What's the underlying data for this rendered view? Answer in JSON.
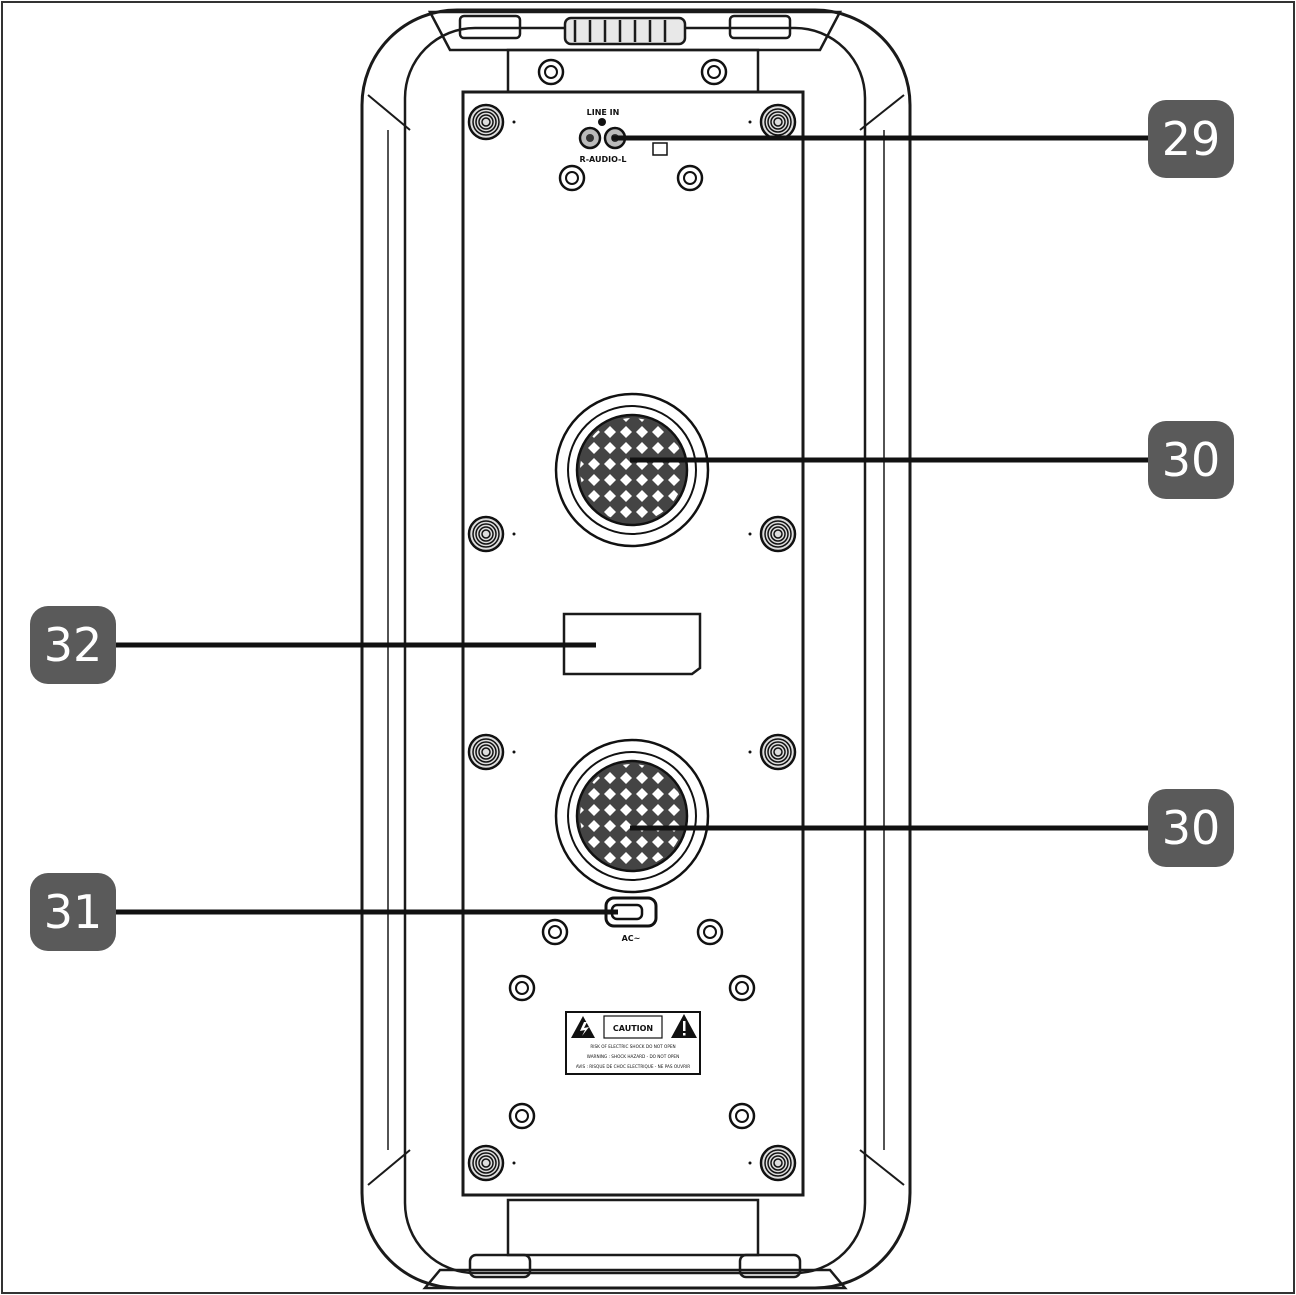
{
  "panel": {
    "line_in_label": "LINE IN",
    "audio_label": "R-AUDIO-L",
    "ac_label": "AC~"
  },
  "warning_label": {
    "caution_word": "CAUTION",
    "line1": "RISK OF ELECTRIC SHOCK DO NOT OPEN",
    "line2": "WARNING : SHOCK HAZARD - DO NOT OPEN",
    "line3": "AVIS : RISQUE DE CHOC ELECTRIQUE - NE PAS OUVRIR"
  },
  "callouts": [
    {
      "id": "29",
      "label": "29"
    },
    {
      "id": "30a",
      "label": "30"
    },
    {
      "id": "30b",
      "label": "30"
    },
    {
      "id": "31",
      "label": "31"
    },
    {
      "id": "32",
      "label": "32"
    }
  ],
  "colors": {
    "line": "#1a1a1a",
    "badge": "#5a5a5a",
    "badge_text": "#ffffff",
    "background": "#ffffff"
  }
}
